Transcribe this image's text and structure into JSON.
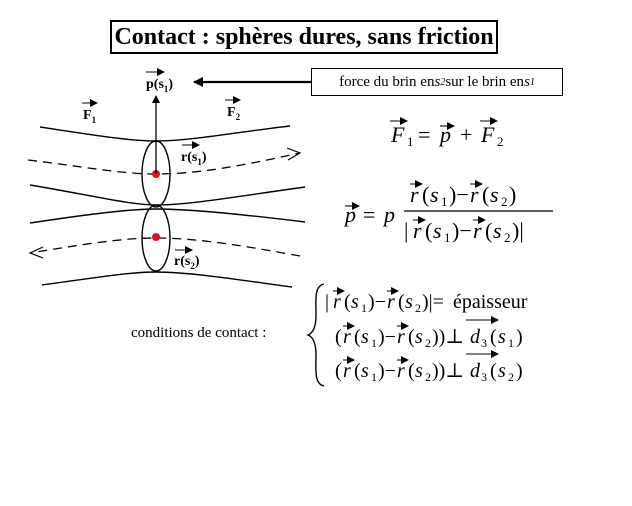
{
  "title": "Contact : sphères dures, sans friction",
  "note": {
    "prefix": "force du brin en ",
    "s_first": "s",
    "sub_first": "2",
    "middle": " sur le brin en ",
    "s_second": "s",
    "sub_second": "1"
  },
  "diagram": {
    "p_label": "p(s",
    "p_sub": "1",
    "p_close": ")",
    "F1_label": "F",
    "F1_sub": "1",
    "F2_label": "F",
    "F2_sub": "2",
    "r1_label": "r(s",
    "r1_sub": "1",
    "r1_close": ")",
    "r2_label": "r(s",
    "r2_sub": "2",
    "r2_close": ")"
  },
  "equations": {
    "force_balance": "F₁ = p + F₂",
    "p_definition": "p = p (r(s₁) − r(s₂)) / |r(s₁) − r(s₂)|",
    "contact_conditions": [
      "|r(s₁) − r(s₂)| = épaisseur",
      "(r(s₁) − r(s₂)) ⊥ d₃(s₁)",
      "(r(s₁) − r(s₂)) ⊥ d₃(s₂)"
    ],
    "epaisseur_word": "épaisseur"
  },
  "contact_label": "conditions de contact :",
  "colors": {
    "contact_point": "#e0141e",
    "ink": "#000000"
  }
}
